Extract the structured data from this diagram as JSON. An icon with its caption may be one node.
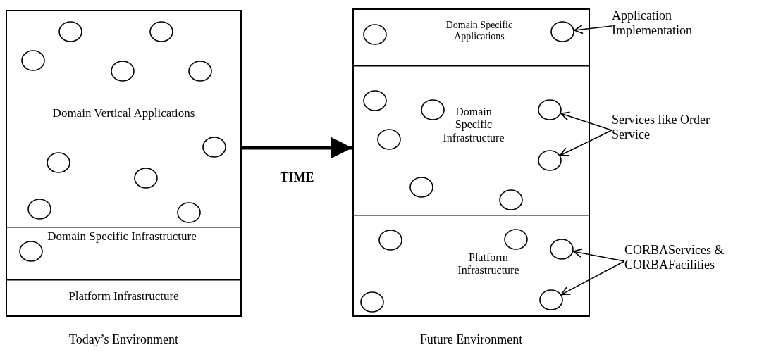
{
  "diagram": {
    "nodes": [
      {
        "text": [],
        "shape": "box",
        "beside": [
          "Today’s Environment"
        ]
      },
      {
        "text": [
          "Domain Vertical Applications"
        ],
        "in": 0
      },
      {
        "text": [
          "Domain Specific Infrastructure"
        ],
        "in": 0
      },
      {
        "text": [
          "Platform Infrastructure"
        ],
        "in": 0
      },
      {
        "text": [],
        "shape": "circle",
        "in": 1
      },
      {
        "text": [],
        "shape": "circle",
        "in": 1
      },
      {
        "text": [],
        "shape": "circle",
        "in": 1
      },
      {
        "text": [],
        "shape": "circle",
        "in": 1
      },
      {
        "text": [],
        "shape": "circle",
        "in": 1
      },
      {
        "text": [],
        "shape": "circle",
        "in": 1
      },
      {
        "text": [],
        "shape": "circle",
        "in": 1
      },
      {
        "text": [],
        "shape": "circle",
        "in": 1
      },
      {
        "text": [],
        "shape": "circle",
        "in": 1
      },
      {
        "text": [],
        "shape": "circle",
        "in": 1
      },
      {
        "text": [],
        "shape": "circle",
        "in": 2
      },
      {
        "text": [],
        "shape": "box",
        "beside": [
          "Future Environment"
        ]
      },
      {
        "text": [
          "Domain Specific Applications"
        ],
        "in": 15
      },
      {
        "text": [
          "Domain Specific Infrastructure"
        ],
        "in": 15
      },
      {
        "text": [
          "Platform Infrastructure"
        ],
        "in": 15
      },
      {
        "text": [],
        "shape": "circle",
        "in": 16
      },
      {
        "text": [],
        "shape": "circle",
        "in": 16
      },
      {
        "text": [],
        "shape": "circle",
        "in": 17
      },
      {
        "text": [],
        "shape": "circle",
        "in": 17
      },
      {
        "text": [],
        "shape": "circle",
        "in": 17
      },
      {
        "text": [],
        "shape": "circle",
        "in": 17
      },
      {
        "text": [],
        "shape": "circle",
        "in": 17
      },
      {
        "text": [],
        "shape": "circle",
        "in": 17
      },
      {
        "text": [],
        "shape": "circle",
        "in": 17
      },
      {
        "text": [],
        "shape": "circle",
        "in": 18
      },
      {
        "text": [],
        "shape": "circle",
        "in": 18
      },
      {
        "text": [],
        "shape": "circle",
        "in": 18
      },
      {
        "text": [],
        "shape": "circle",
        "in": 18
      },
      {
        "text": [],
        "shape": "circle",
        "in": 18
      },
      {
        "text": [
          "Application Implementation"
        ]
      },
      {
        "text": [
          "Services like Order Service"
        ]
      },
      {
        "text": [
          "CORBAServices & CORBAFacilities"
        ]
      }
    ],
    "edges": [
      {
        "from": 0,
        "to": 15,
        "arrow": "to",
        "label": "TIME",
        "style": "thick"
      },
      {
        "from": 33,
        "to": 20,
        "arrow": "to"
      },
      {
        "from": 34,
        "to": 23,
        "arrow": "to"
      },
      {
        "from": 34,
        "to": 25,
        "arrow": "to"
      },
      {
        "from": 35,
        "to": 30,
        "arrow": "to"
      },
      {
        "from": 35,
        "to": 32,
        "arrow": "to"
      }
    ]
  }
}
